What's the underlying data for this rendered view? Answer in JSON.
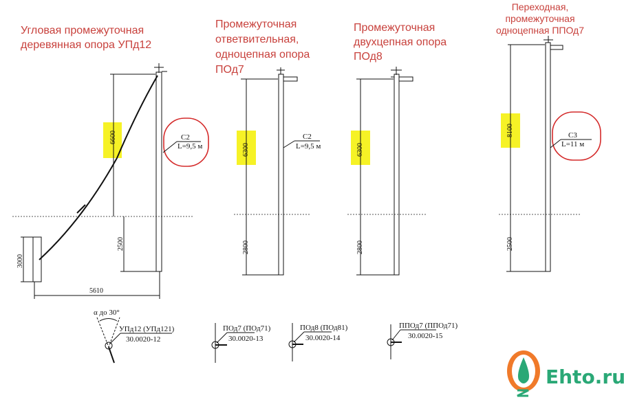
{
  "titles": {
    "pole1": [
      "Угловая промежуточная",
      "деревянная опора УПд12"
    ],
    "pole2": [
      "Промежуточная",
      "ответвительная,",
      "одноцепная опора",
      "ПОд7"
    ],
    "pole3": [
      "Промежуточная",
      "двухцепная опора",
      "ПОд8"
    ],
    "pole4": [
      "Переходная,",
      "промежуточная",
      "одноцепная ППОд7"
    ]
  },
  "dims": {
    "p1_height": "6600",
    "p1_depth": "2500",
    "p1_anchor": "3000",
    "p1_span": "5610",
    "p2_height": "6300",
    "p2_depth": "2800",
    "p3_height": "6300",
    "p3_depth": "2800",
    "p4_height": "8100",
    "p4_depth": "2500"
  },
  "callouts": {
    "p1": {
      "type": "C2",
      "length": "L=9,5 м"
    },
    "p2": {
      "type": "C2",
      "length": "L=9,5 м"
    },
    "p4": {
      "type": "C3",
      "length": "L=11 м"
    }
  },
  "plans": {
    "angle": "α до 30°",
    "p1": {
      "name": "УПд12 (УПд121)",
      "code": "30.0020-12"
    },
    "p2": {
      "name": "ПОд7 (ПОд71)",
      "code": "30.0020-13"
    },
    "p3": {
      "name": "ПОд8 (ПОд81)",
      "code": "30.0020-14"
    },
    "p4": {
      "name": "ППОд7 (ППОд71)",
      "code": "30.0020-15"
    }
  },
  "logo": {
    "text": "Ehto.ru"
  },
  "colors": {
    "title": "#c8413c",
    "highlight": "#f4f000",
    "circle": "#d42a2a",
    "logo": "#2aa876"
  }
}
